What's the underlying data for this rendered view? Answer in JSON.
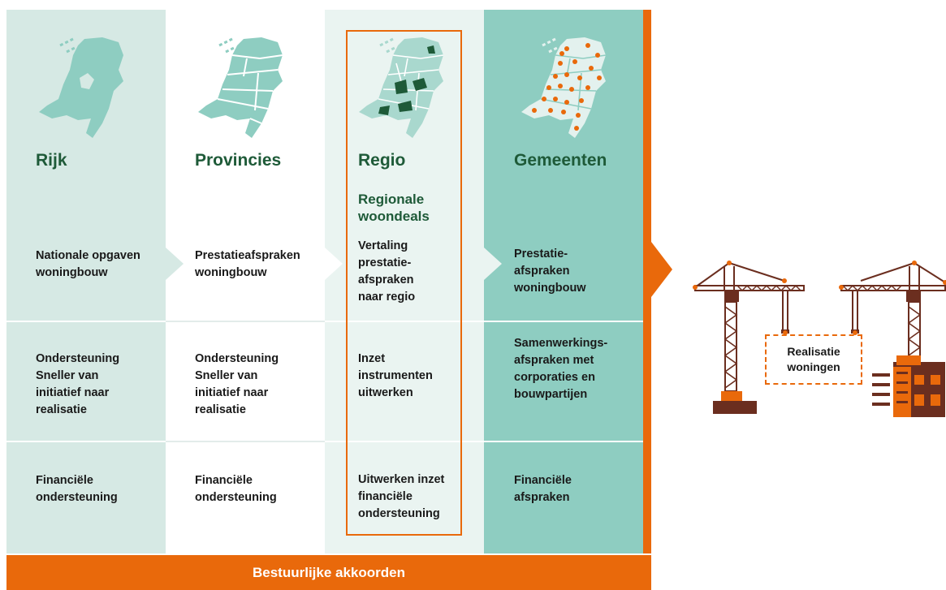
{
  "columns": [
    {
      "title": "Rijk",
      "subtitle": "",
      "row1": "Nationale opgaven\nwoningbouw",
      "row2": "Ondersteuning\nSneller van\ninitiatief naar\nrealisatie",
      "row3": "Financiële\nondersteuning"
    },
    {
      "title": "Provincies",
      "subtitle": "",
      "row1": "Prestatieafspraken\nwoningbouw",
      "row2": "Ondersteuning\nSneller van\ninitiatief naar\nrealisatie",
      "row3": "Financiële\nondersteuning"
    },
    {
      "title": "Regio",
      "subtitle": "Regionale\nwoondeals",
      "row1": "Vertaling\nprestatie-\nafspraken\nnaar regio",
      "row2": "Inzet\ninstrumenten\nuitwerken",
      "row3": "Uitwerken inzet\nfinanciële\nondersteuning"
    },
    {
      "title": "Gemeenten",
      "subtitle": "",
      "row1": "Prestatie-\nafspraken\nwoningbouw",
      "row2": "Samenwerkings-\nafspraken met\ncorporaties en\nbouwpartijen",
      "row3": "Financiële\nafspraken"
    }
  ],
  "footer": {
    "label": "Bestuurlijke akkoorden"
  },
  "realisatie": {
    "label": "Realisatie\nwoningen"
  },
  "colors": {
    "orange": "#e9690b",
    "dark_green": "#1e5a38",
    "teal": "#8ecdc1",
    "light_teal": "#d6e9e4",
    "brown": "#6b2e1f"
  },
  "icons": [
    "netherlands-map-icon",
    "netherlands-provinces-map-icon",
    "netherlands-regions-map-icon",
    "netherlands-municipalities-map-icon",
    "crane-icon",
    "building-icon"
  ]
}
